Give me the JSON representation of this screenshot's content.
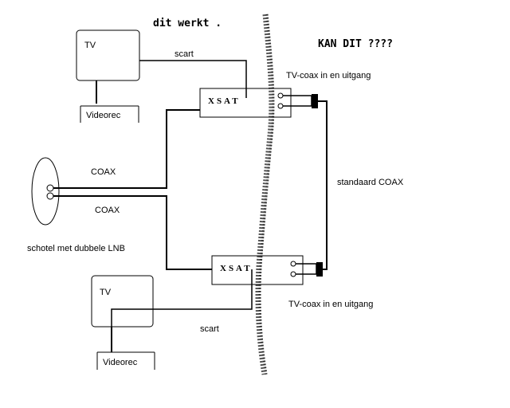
{
  "annotations": {
    "left_note": "dit werkt .",
    "right_note": "KAN DIT ????"
  },
  "devices": {
    "tv_top": "TV",
    "video_top": "Videorec",
    "tv_bottom": "TV",
    "video_bottom": "Videorec",
    "receiver_top": "XSAT",
    "receiver_bottom": "XSAT",
    "dish": "schotel  met dubbele LNB"
  },
  "cables": {
    "scart_top": "scart",
    "scart_bottom": "scart",
    "coax_top": "COAX",
    "coax_bottom": "COAX",
    "standard_coax": "standaard COAX"
  },
  "ports": {
    "top": "TV-coax in en uitgang",
    "bottom": "TV-coax in en uitgang"
  }
}
